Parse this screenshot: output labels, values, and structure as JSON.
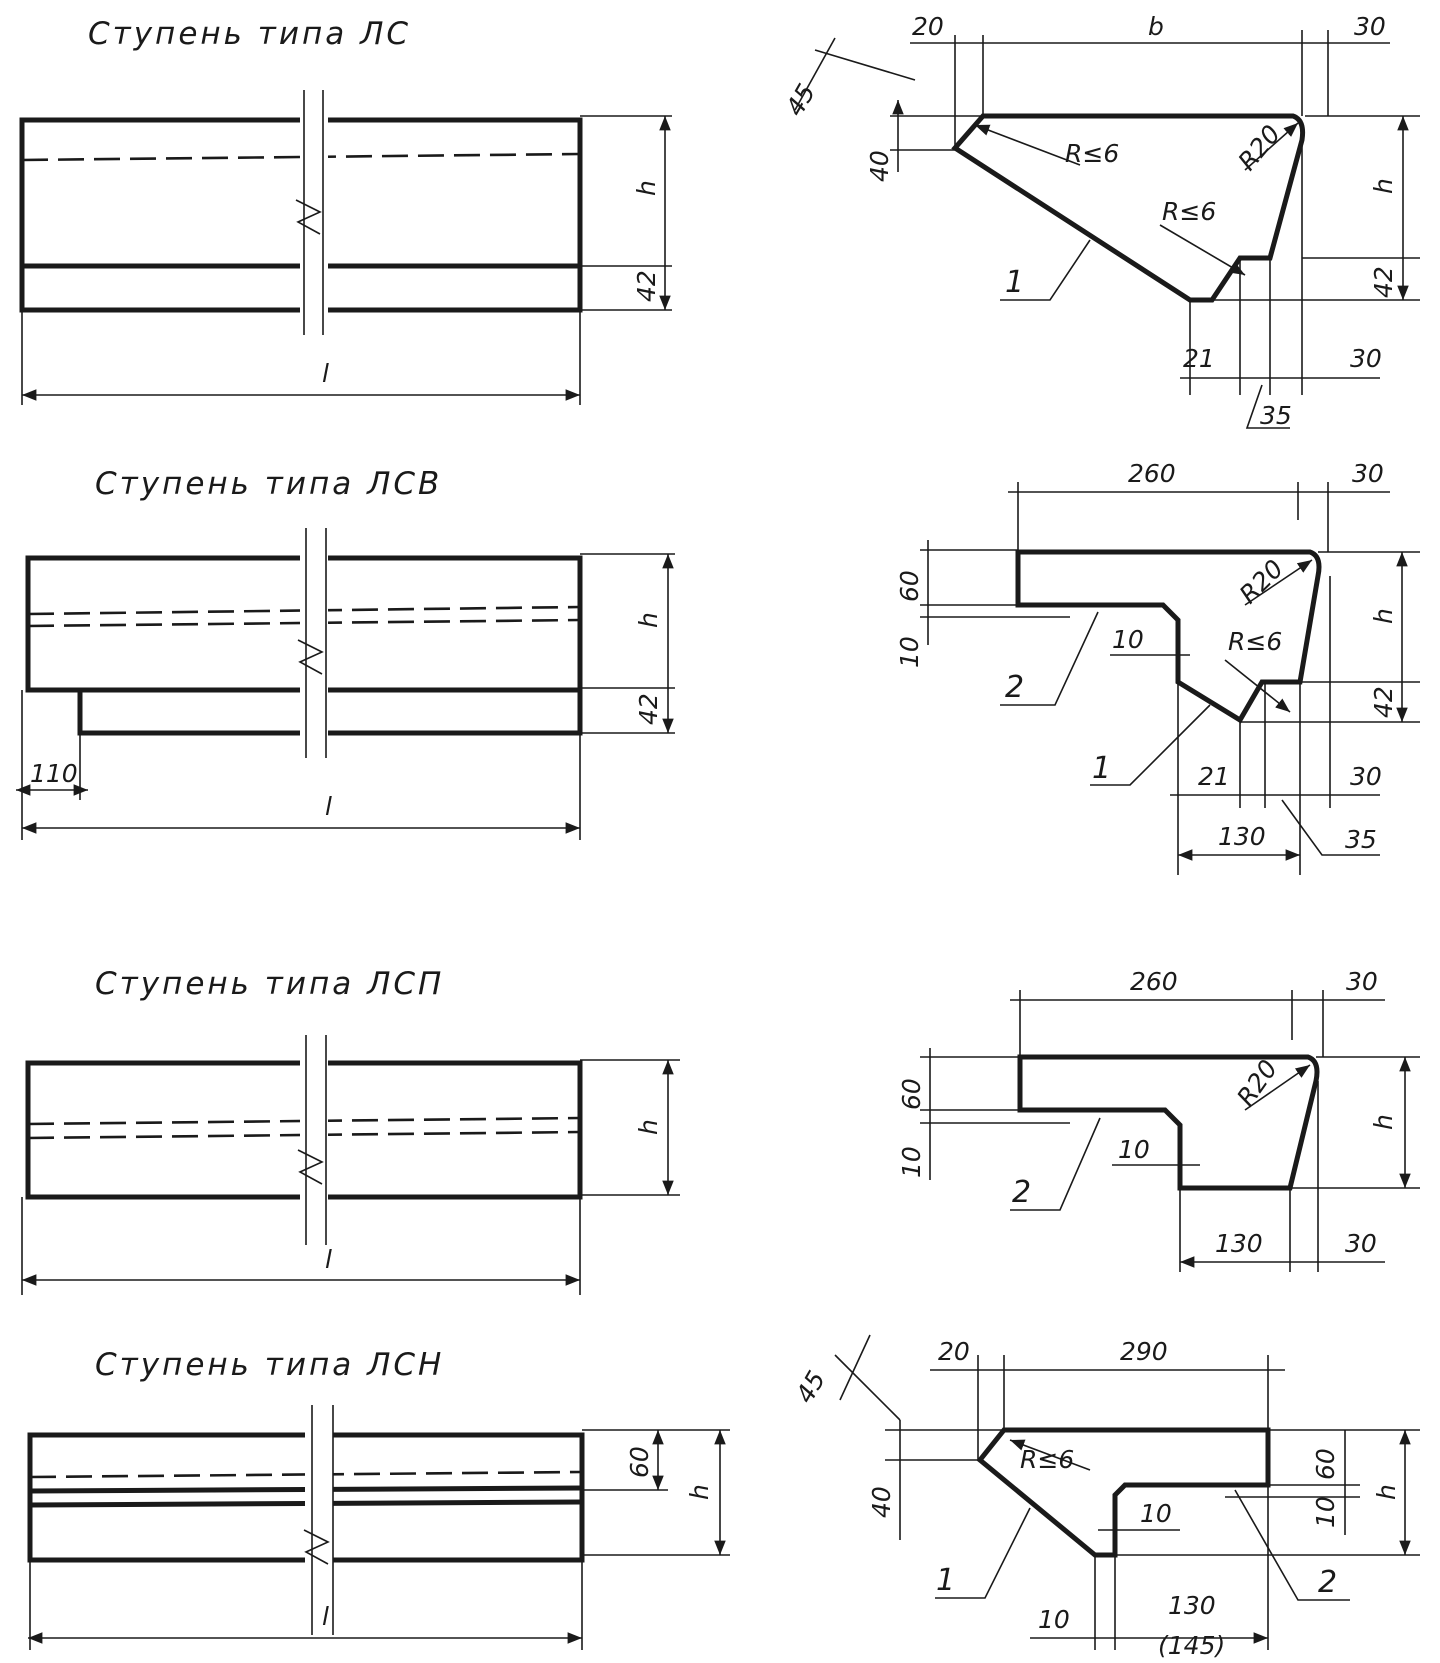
{
  "colors": {
    "ink": "#1a1a1a",
    "paper": "#ffffff"
  },
  "sections": [
    {
      "id": "ls",
      "title": "Ступень типа ЛС",
      "side_view": {
        "height_label": "h",
        "bottom_dim": "42",
        "length_label": "l"
      },
      "profile": {
        "top_left": "20",
        "top_mid": "b",
        "top_right": "30",
        "bevel": "45",
        "left_height": "40",
        "radius_tl": "R≤6",
        "radius_tr": "R20",
        "radius_bottom": "R≤6",
        "right_height": "h",
        "right_bottom": "42",
        "bottom_left": "21",
        "bottom_right": "30",
        "bottom_mid": "35",
        "callouts": [
          "1"
        ]
      }
    },
    {
      "id": "lsv",
      "title": "Ступень типа ЛСВ",
      "side_view": {
        "height_label": "h",
        "bottom_dim": "42",
        "offset_dim": "110",
        "length_label": "l"
      },
      "profile": {
        "top_width": "260",
        "top_right": "30",
        "left_top": "60",
        "left_bottom": "10",
        "notch": "10",
        "radius_tr": "R20",
        "radius_bottom": "R≤6",
        "right_height": "h",
        "right_bottom": "42",
        "bottom_left": "21",
        "bottom_right": "30",
        "bottom_width": "130",
        "bottom_mid": "35",
        "callouts": [
          "2",
          "1"
        ]
      }
    },
    {
      "id": "lsp",
      "title": "Ступень типа ЛСП",
      "side_view": {
        "height_label": "h",
        "length_label": "l"
      },
      "profile": {
        "top_width": "260",
        "top_right": "30",
        "left_top": "60",
        "left_bottom": "10",
        "notch": "10",
        "radius_tr": "R20",
        "right_height": "h",
        "bottom_width": "130",
        "bottom_right": "30",
        "callouts": [
          "2"
        ]
      }
    },
    {
      "id": "lsn",
      "title": "Ступень типа ЛСН",
      "side_view": {
        "top_dim": "60",
        "height_label": "h",
        "length_label": "l"
      },
      "profile": {
        "bevel": "45",
        "top_left": "20",
        "top_width": "290",
        "left_height": "40",
        "radius_tl": "R≤6",
        "right_top": "60",
        "right_mid": "10",
        "right_height": "h",
        "notch": "10",
        "bottom_left": "10",
        "bottom_width": "130",
        "bottom_alt": "(145)",
        "callouts": [
          "1",
          "2"
        ]
      }
    }
  ]
}
